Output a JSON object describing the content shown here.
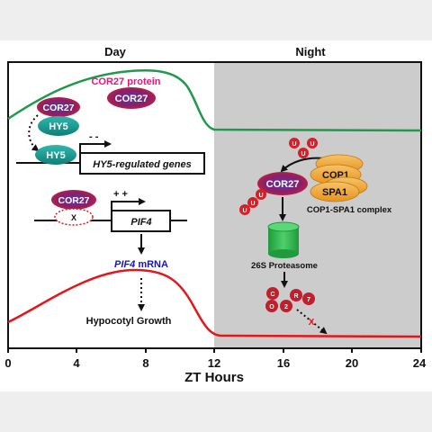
{
  "header": {
    "day_label": "Day",
    "night_label": "Night"
  },
  "axis": {
    "title": "ZT Hours",
    "ticks": [
      "0",
      "4",
      "8",
      "12",
      "16",
      "20",
      "24"
    ]
  },
  "day_panel": {
    "cor27_protein_label": "COR27 protein",
    "cor27_label": "COR27",
    "hy5_label": "HY5",
    "repression_marks": "- -",
    "hy5_target_label": "HY5-regulated genes",
    "activation_marks": "+ +",
    "binding_blocked_mark": "X",
    "pif4_gene_label": "PIF4",
    "pif4_mrna_gene": "PIF4",
    "pif4_mrna_suffix": " mRNA",
    "growth_label": "Hypocotyl Growth"
  },
  "night_panel": {
    "cor27_label": "COR27",
    "ubiquitin_label": "U",
    "cop1_label": "COP1",
    "spa1_label": "SPA1",
    "complex_label": "COP1-SPA1 complex",
    "proteasome_label": "26S Proteasome",
    "fragment_labels": [
      "C",
      "R",
      "O",
      "2",
      "7"
    ],
    "degradation_mark": "X"
  },
  "colors": {
    "night_shade": "#cccccc",
    "protein_curve": "#1e9a4a",
    "growth_curve": "#e3161c",
    "cor27_protein_text": "#e8157b",
    "mrna_text": "#1515b8",
    "hy5_fill": "#16998f",
    "cop1_fill": "#f0a623",
    "proteasome_fill": "#32b44e",
    "ubiquitin_fill": "#d61f26"
  }
}
